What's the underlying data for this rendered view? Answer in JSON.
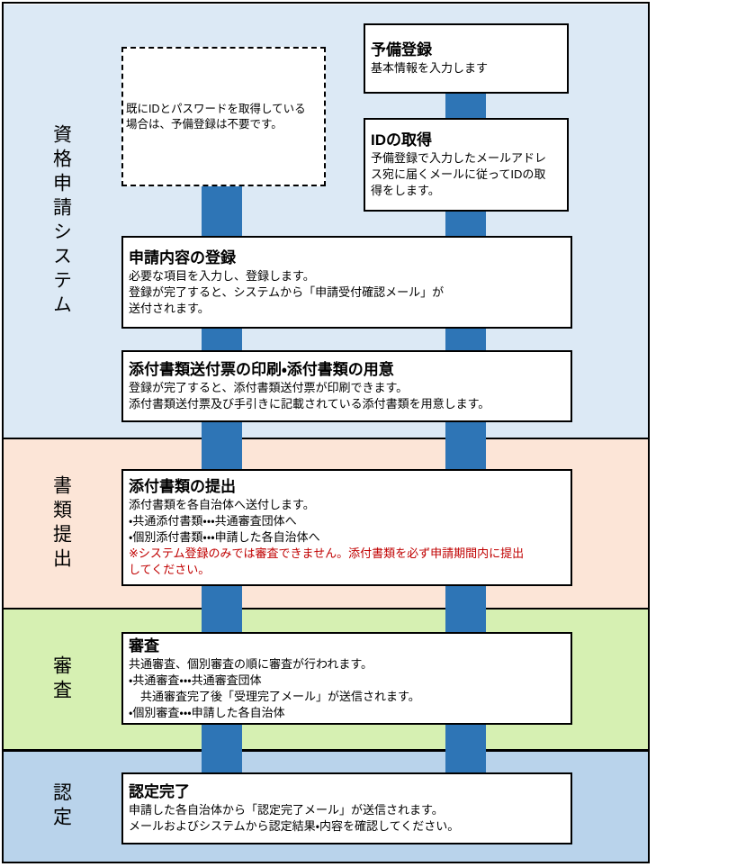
{
  "diagram": {
    "kind": "application-flowchart",
    "colors": {
      "band_system": "#dce9f5",
      "band_documents": "#fce5d7",
      "band_review": "#d6f0b2",
      "band_certification": "#b9d3eb",
      "connector": "#2e75b6",
      "warning_text": "#c00000",
      "border": "#000000",
      "box_background": "#ffffff"
    }
  },
  "bands": [
    {
      "id": "system",
      "label": "資格申請システム"
    },
    {
      "id": "documents",
      "label": "書類提出"
    },
    {
      "id": "review",
      "label": "審査"
    },
    {
      "id": "certification",
      "label": "認定"
    }
  ],
  "note": {
    "text": "既にIDとパスワードを取得している\n場合は、予備登録は不要です。"
  },
  "steps": [
    {
      "id": "preliminary-registration",
      "title": "予備登録",
      "description": "基本情報を入力します"
    },
    {
      "id": "id-acquisition",
      "title": "IDの取得",
      "description": "予備登録で入力したメールアドレ\nス宛に届くメールに従ってIDの取\n得をします。"
    },
    {
      "id": "application-registration",
      "title": "申請内容の登録",
      "description": "必要な項目を入力し、登録します。\n登録が完了すると、システムから「申請受付確認メール」が\n送付されます。"
    },
    {
      "id": "attachment-preparation",
      "title": "添付書類送付票の印刷・添付書類の用意",
      "description": "登録が完了すると、添付書類送付票が印刷できます。\n添付書類送付票及び手引きに記載されている添付書類を用意します。"
    },
    {
      "id": "attachment-submission",
      "title": "添付書類の提出",
      "description": "添付書類を各自治体へ送付します。\n・共通添付書類・・・共通審査団体へ\n・個別添付書類・・・申請した各自治体へ",
      "warning": "※システム登録のみでは審査できません。添付書類を必ず申請期間内に提出\nしてください。"
    },
    {
      "id": "review",
      "title": "審査",
      "description": "共通審査、個別審査の順に審査が行われます。\n・共通審査・・・共通審査団体\n　共通審査完了後「受理完了メール」が送信されます。\n・個別審査・・・申請した各自治体"
    },
    {
      "id": "certification-complete",
      "title": "認定完了",
      "description": "申請した各自治体から「認定完了メール」が送信されます。\nメールおよびシステムから認定結果・内容を確認してください。"
    }
  ]
}
